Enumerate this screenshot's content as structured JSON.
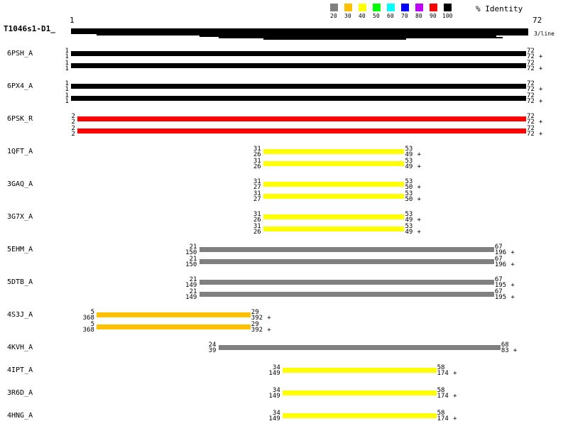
{
  "chart_data": {
    "type": "alignment",
    "query": "T1046s1-D1_",
    "range": [
      1,
      72
    ],
    "scale_note": "3/line",
    "legend_title": "% Identity",
    "legend": [
      {
        "label": "20",
        "color": "#808080"
      },
      {
        "label": "30",
        "color": "#ffc000"
      },
      {
        "label": "40",
        "color": "#ffff00"
      },
      {
        "label": "50",
        "color": "#00ff00"
      },
      {
        "label": "60",
        "color": "#00ffff"
      },
      {
        "label": "70",
        "color": "#0000ff"
      },
      {
        "label": "80",
        "color": "#c000ff"
      },
      {
        "label": "90",
        "color": "#ff0000"
      },
      {
        "label": "100",
        "color": "#000000"
      }
    ],
    "coverage": [
      [
        1,
        72
      ],
      [
        1,
        72
      ],
      [
        1,
        72
      ],
      [
        1,
        72
      ],
      [
        5,
        72
      ],
      [
        21,
        67
      ],
      [
        24,
        68
      ],
      [
        31,
        53
      ]
    ],
    "hits": [
      {
        "name": "6PSH_A",
        "color": "#000000",
        "rows": [
          {
            "qs": "1",
            "qe": "72",
            "ss": "1",
            "se": "72",
            "strand": "+"
          },
          {
            "qs": "1",
            "qe": "72",
            "ss": "1",
            "se": "72",
            "strand": "+"
          }
        ]
      },
      {
        "name": "6PX4_A",
        "color": "#000000",
        "rows": [
          {
            "qs": "1",
            "qe": "72",
            "ss": "1",
            "se": "72",
            "strand": "+"
          },
          {
            "qs": "1",
            "qe": "72",
            "ss": "1",
            "se": "72",
            "strand": "+"
          }
        ]
      },
      {
        "name": "6PSK_R",
        "color": "#ff0000",
        "rows": [
          {
            "qs": "2",
            "qe": "72",
            "ss": "2",
            "se": "72",
            "strand": "+"
          },
          {
            "qs": "2",
            "qe": "72",
            "ss": "2",
            "se": "72",
            "strand": "+"
          }
        ]
      },
      {
        "name": "1QFT_A",
        "color": "#ffff00",
        "rows": [
          {
            "qs": "31",
            "qe": "53",
            "ss": "26",
            "se": "49",
            "strand": "+"
          },
          {
            "qs": "31",
            "qe": "53",
            "ss": "26",
            "se": "49",
            "strand": "+"
          }
        ]
      },
      {
        "name": "3GAQ_A",
        "color": "#ffff00",
        "rows": [
          {
            "qs": "31",
            "qe": "53",
            "ss": "27",
            "se": "50",
            "strand": "+"
          },
          {
            "qs": "31",
            "qe": "53",
            "ss": "27",
            "se": "50",
            "strand": "+"
          }
        ]
      },
      {
        "name": "3G7X_A",
        "color": "#ffff00",
        "rows": [
          {
            "qs": "31",
            "qe": "53",
            "ss": "26",
            "se": "49",
            "strand": "+"
          },
          {
            "qs": "31",
            "qe": "53",
            "ss": "26",
            "se": "49",
            "strand": "+"
          }
        ]
      },
      {
        "name": "5EHM_A",
        "color": "#808080",
        "rows": [
          {
            "qs": "21",
            "qe": "67",
            "ss": "150",
            "se": "196",
            "strand": "+"
          },
          {
            "qs": "21",
            "qe": "67",
            "ss": "150",
            "se": "196",
            "strand": "+"
          }
        ]
      },
      {
        "name": "5DTB_A",
        "color": "#808080",
        "rows": [
          {
            "qs": "21",
            "qe": "67",
            "ss": "149",
            "se": "195",
            "strand": "+"
          },
          {
            "qs": "21",
            "qe": "67",
            "ss": "149",
            "se": "195",
            "strand": "+"
          }
        ]
      },
      {
        "name": "4S3J_A",
        "color": "#ffc000",
        "rows": [
          {
            "qs": "5",
            "qe": "29",
            "ss": "368",
            "se": "392",
            "strand": "+"
          },
          {
            "qs": "5",
            "qe": "29",
            "ss": "368",
            "se": "392",
            "strand": "+"
          }
        ]
      },
      {
        "name": "4KVH_A",
        "color": "#808080",
        "rows": [
          {
            "qs": "24",
            "qe": "68",
            "ss": "39",
            "se": "83",
            "strand": "+"
          }
        ]
      },
      {
        "name": "4IPT_A",
        "color": "#ffff00",
        "rows": [
          {
            "qs": "34",
            "qe": "58",
            "ss": "149",
            "se": "174",
            "strand": "+"
          }
        ]
      },
      {
        "name": "3R6D_A",
        "color": "#ffff00",
        "rows": [
          {
            "qs": "34",
            "qe": "58",
            "ss": "149",
            "se": "174",
            "strand": "+"
          }
        ]
      },
      {
        "name": "4HNG_A",
        "color": "#ffff00",
        "rows": [
          {
            "qs": "34",
            "qe": "58",
            "ss": "149",
            "se": "174",
            "strand": "+"
          }
        ]
      }
    ]
  }
}
